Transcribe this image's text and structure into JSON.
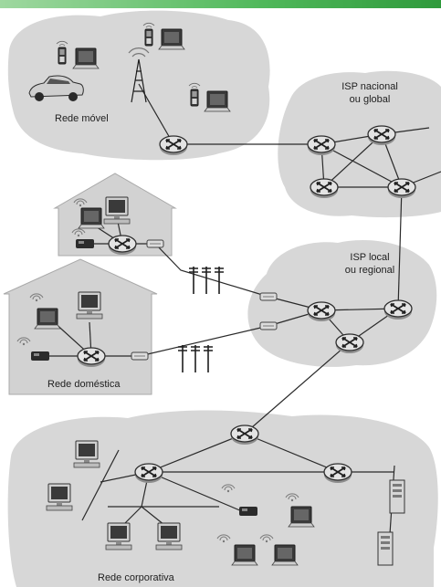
{
  "labels": {
    "mobile": "Rede móvel",
    "isp_national_line1": "ISP nacional",
    "isp_national_line2": "ou global",
    "isp_local_line1": "ISP local",
    "isp_local_line2": "ou regional",
    "home": "Rede doméstica",
    "corporate": "Rede corporativa"
  },
  "colors": {
    "cloud": "#d7d7d7",
    "house": "#d2d2d2",
    "house_outline": "#a9a9a9",
    "router": "#e3e3e3",
    "link": "#2a2a2a",
    "header_bar": "#4fb85a"
  }
}
